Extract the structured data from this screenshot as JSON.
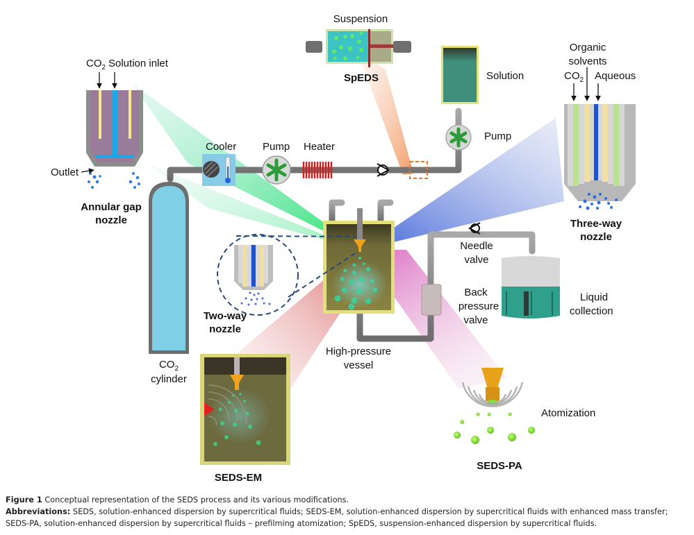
{
  "labels": {
    "annular_inlet_co2": "CO",
    "annular_inlet_co2_sub": "2",
    "annular_inlet_solution": "Solution inlet",
    "outlet": "Outlet",
    "annular_title_1": "Annular gap",
    "annular_title_2": "nozzle",
    "suspension": "Suspension",
    "spedS": "SpEDS",
    "solution": "Solution",
    "pump_right": "Pump",
    "cooler": "Cooler",
    "pump": "Pump",
    "heater": "Heater",
    "organic_1": "Organic",
    "organic_2": "solvents",
    "threeway_co2": "CO",
    "threeway_co2_sub": "2",
    "aqueous": "Aqueous",
    "threeway_title_1": "Three-way",
    "threeway_title_2": "nozzle",
    "needle_1": "Needle",
    "needle_2": "valve",
    "back_1": "Back",
    "back_2": "pressure",
    "back_3": "valve",
    "liquid_1": "Liquid",
    "liquid_2": "collection",
    "twoway_1": "Two-way",
    "twoway_2": "nozzle",
    "vessel_1": "High-pressure",
    "vessel_2": "vessel",
    "cyl_co2": "CO",
    "cyl_co2_sub": "2",
    "cyl_2": "cylinder",
    "seds_em": "SEDS-EM",
    "atomization": "Atomization",
    "seds_pa": "SEDS-PA"
  },
  "colors": {
    "pipe": "#8a8a8a",
    "green_beam": "#2ee07a",
    "blue_beam": "#3f63d6",
    "pink_beam": "#d34fb4",
    "red_beam": "#d96a6a",
    "orange_beam": "#f29a62",
    "cyl_teal_beam": "#8fe0d0",
    "vessel_wall": "#e3e07a",
    "nozzle_orange": "#f0a21c"
  },
  "caption": {
    "figure_label": "Figure 1",
    "figure_text": " Conceptual representation of the SEDS process and its various modifications.",
    "abbr_label": "Abbreviations:",
    "abbr_text_1": " SEDS, solution-enhanced dispersion by supercritical fluids; SEDS-EM, solution-enhanced dispersion by supercritical fluids with enhanced mass transfer;",
    "abbr_text_2": "SEDS-PA, solution-enhanced dispersion by supercritical fluids – prefilming atomization; SpEDS, suspension-enhanced dispersion by supercritical fluids."
  }
}
